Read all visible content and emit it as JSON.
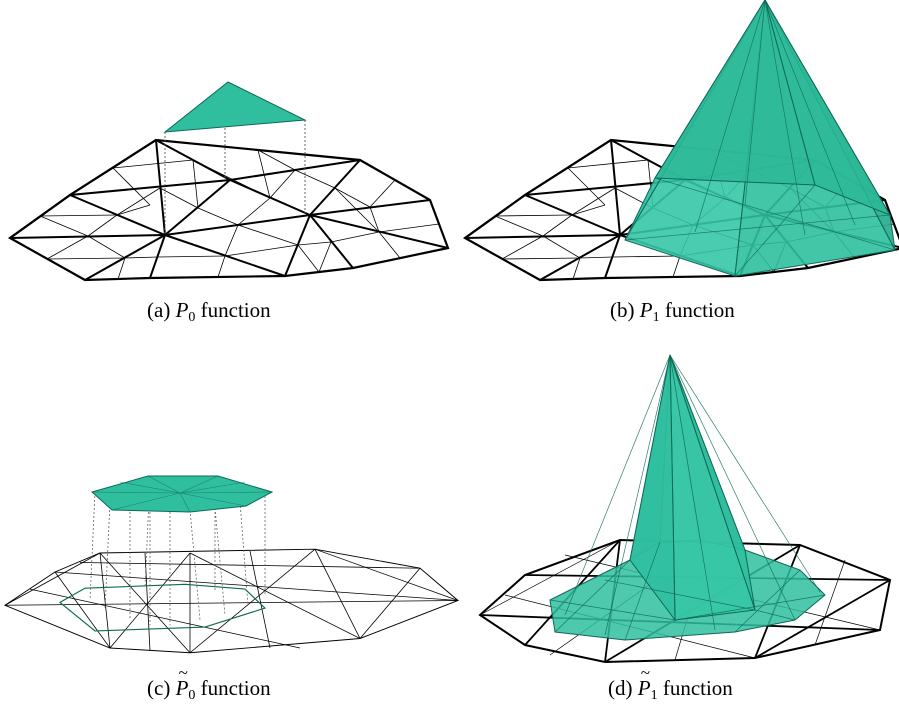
{
  "colors": {
    "fill": "#2fbf9f",
    "fill_edge": "#0e6a56",
    "mesh": "#000000"
  },
  "captions": {
    "a": {
      "prefix": "(a) ",
      "symbol": "P",
      "sub": "0",
      "suffix": " function"
    },
    "b": {
      "prefix": "(b) ",
      "symbol": "P",
      "sub": "1",
      "suffix": " function"
    },
    "c": {
      "prefix": "(c) ",
      "symbol": "P",
      "sub": "0",
      "suffix": " function"
    },
    "d": {
      "prefix": "(d) ",
      "symbol": "P",
      "sub": "1",
      "suffix": " function"
    }
  }
}
